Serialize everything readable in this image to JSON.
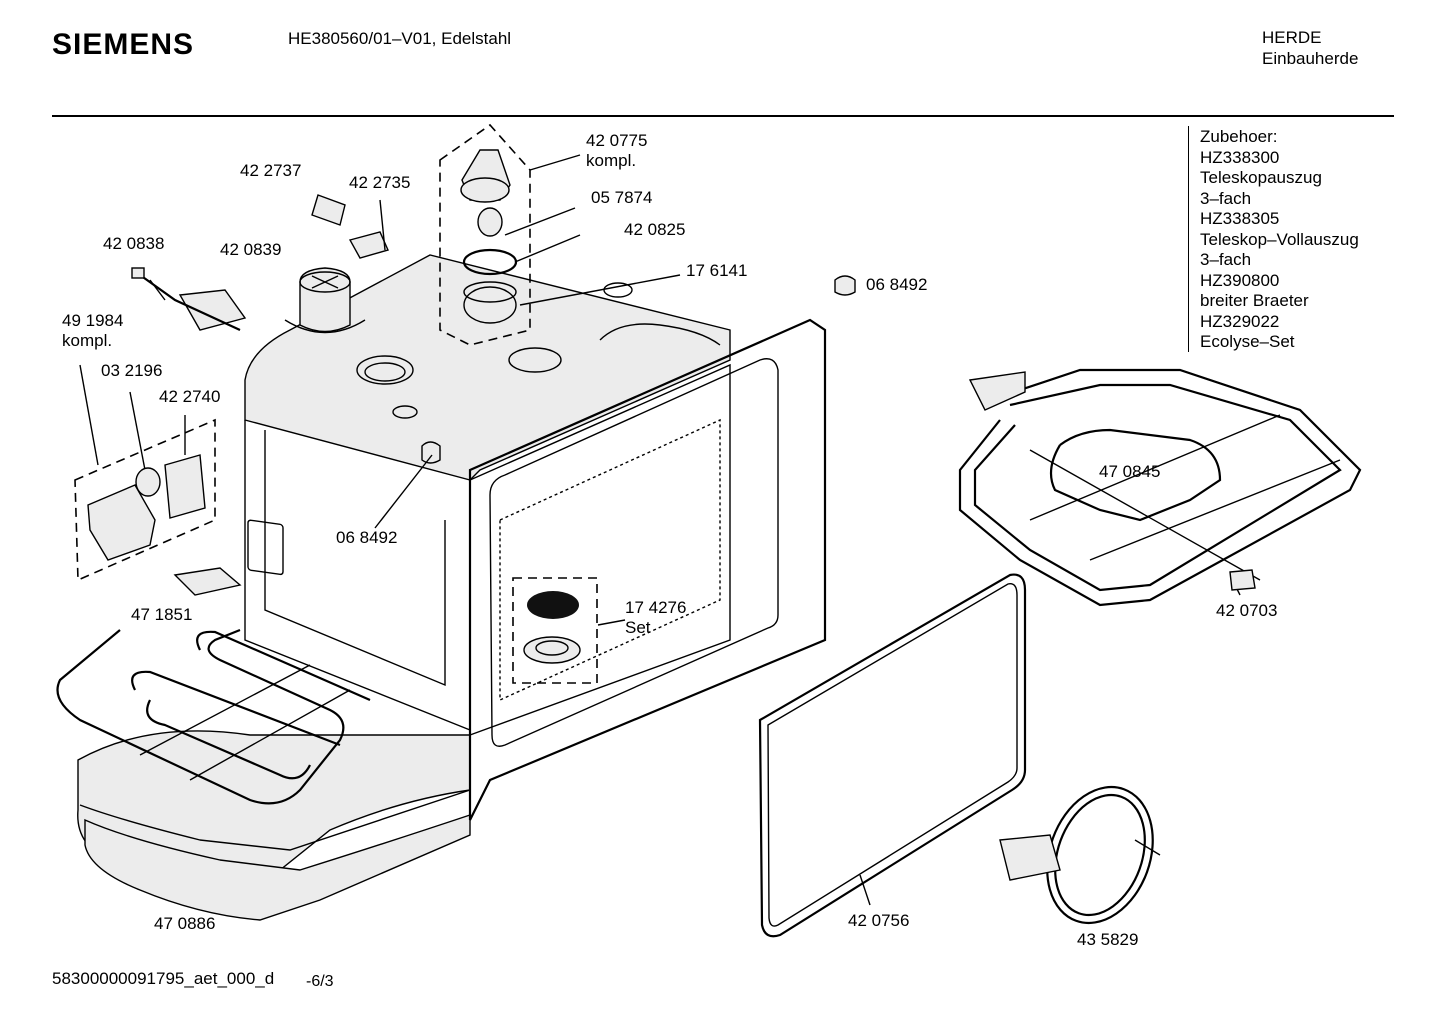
{
  "header": {
    "brand": "SIEMENS",
    "model": "HE380560/01–V01, Edelstahl",
    "category_line1": "HERDE",
    "category_line2": "Einbauherde"
  },
  "accessories": {
    "lines": [
      "Zubehoer:",
      "HZ338300",
      "Teleskopauszug",
      "3–fach",
      "HZ338305",
      "Teleskop–Vollauszug",
      "3–fach",
      "HZ390800",
      "breiter Braeter",
      "HZ329022",
      "Ecolyse–Set"
    ]
  },
  "parts": [
    {
      "key": "p420775",
      "lines": [
        "42 0775",
        "kompl."
      ]
    },
    {
      "key": "p422737",
      "lines": [
        "42 2737"
      ]
    },
    {
      "key": "p422735",
      "lines": [
        "42 2735"
      ]
    },
    {
      "key": "p057874",
      "lines": [
        "05 7874"
      ]
    },
    {
      "key": "p420838",
      "lines": [
        "42 0838"
      ]
    },
    {
      "key": "p420839",
      "lines": [
        "42 0839"
      ]
    },
    {
      "key": "p420825",
      "lines": [
        "42 0825"
      ]
    },
    {
      "key": "p176141",
      "lines": [
        "17 6141"
      ]
    },
    {
      "key": "p068492a",
      "lines": [
        "06 8492"
      ]
    },
    {
      "key": "p491984",
      "lines": [
        "49 1984",
        "kompl."
      ]
    },
    {
      "key": "p032196",
      "lines": [
        "03 2196"
      ]
    },
    {
      "key": "p422740",
      "lines": [
        "42 2740"
      ]
    },
    {
      "key": "p470845",
      "lines": [
        "47 0845"
      ]
    },
    {
      "key": "p068492b",
      "lines": [
        "06 8492"
      ]
    },
    {
      "key": "p174276",
      "lines": [
        "17 4276",
        "Set"
      ]
    },
    {
      "key": "p420703",
      "lines": [
        "42 0703"
      ]
    },
    {
      "key": "p471851",
      "lines": [
        "47 1851"
      ]
    },
    {
      "key": "p420756",
      "lines": [
        "42 0756"
      ]
    },
    {
      "key": "p470886",
      "lines": [
        "47 0886"
      ]
    },
    {
      "key": "p435829",
      "lines": [
        "43 5829"
      ]
    }
  ],
  "footer": {
    "doc_id": "58300000091795_aet_000_d",
    "page": "-6/3"
  }
}
